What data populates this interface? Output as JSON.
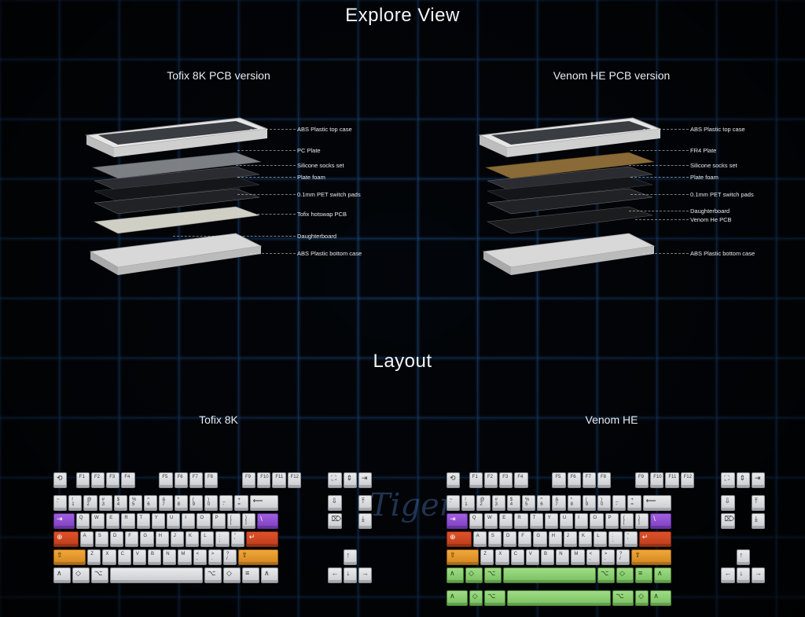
{
  "page": {
    "title": "Explore View",
    "layout_title": "Layout",
    "brand_watermark": "Tiger"
  },
  "explode": {
    "left": {
      "subtitle": "Tofix 8K PCB version",
      "layers": [
        "ABS Plastic top case",
        "PC Plate",
        "Silicone socks set",
        "Plate foam",
        "0.1mm PET switch pads",
        "Tofix hotswap PCB",
        "Daughterboard",
        "ABS Plastic bottom case"
      ]
    },
    "right": {
      "subtitle": "Venom HE PCB version",
      "layers": [
        "ABS Plastic top case",
        "FR4  Plate",
        "Silicone socks set",
        "Plate foam",
        "0.1mm PET switch pads",
        "Daughterboard",
        "Venom He PCB",
        "ABS Plastic bottom case"
      ]
    }
  },
  "layouts": {
    "left": {
      "subtitle": "Tofix 8K"
    },
    "right": {
      "subtitle": "Venom HE"
    }
  },
  "keys": {
    "fn_row": [
      "F1",
      "F2",
      "F3",
      "F4",
      "F5",
      "F6",
      "F7",
      "F8",
      "F9",
      "F10",
      "F11",
      "F12"
    ],
    "num_row": [
      "~\n`",
      "!\n1",
      "@\n2",
      "#\n3",
      "$\n4",
      "%\n5",
      "^\n6",
      "&\n7",
      "*\n8",
      "(\n9",
      ")\n0",
      "_\n-",
      "+\n="
    ],
    "q_row": [
      "Q",
      "W",
      "E",
      "R",
      "T",
      "Y",
      "U",
      "I",
      "O",
      "P",
      "{\n[",
      "}\n]"
    ],
    "a_row": [
      "A",
      "S",
      "D",
      "F",
      "G",
      "H",
      "J",
      "K",
      "L",
      ":\n;",
      "\"\n'"
    ],
    "z_row": [
      "Z",
      "X",
      "C",
      "V",
      "B",
      "N",
      "M",
      "<\n,",
      ">\n.",
      "?\n/"
    ],
    "escape_glyph": "⟲",
    "backspace_glyph": "⟵",
    "tab_glyph": "⇥",
    "caps_glyph": "⊕",
    "enter_glyph": "↵",
    "shift_glyph": "⇧",
    "ctrl_glyph": "∧",
    "win_glyph": "◇",
    "alt_glyph": "⌥",
    "menu_glyph": "≡",
    "nav_top": [
      "⛶",
      "⇕",
      "⇥"
    ],
    "nav_mid": [
      "⇩",
      "⤒"
    ],
    "nav_bot": [
      "⌦",
      "⤓"
    ],
    "arrows": [
      "↑",
      "←",
      "↓",
      "→"
    ],
    "colors": {
      "purple": "#8e4fd0",
      "red": "#cc4622",
      "orange": "#e3982c",
      "green": "#8ace70",
      "keycap": "#d9dadd"
    }
  }
}
